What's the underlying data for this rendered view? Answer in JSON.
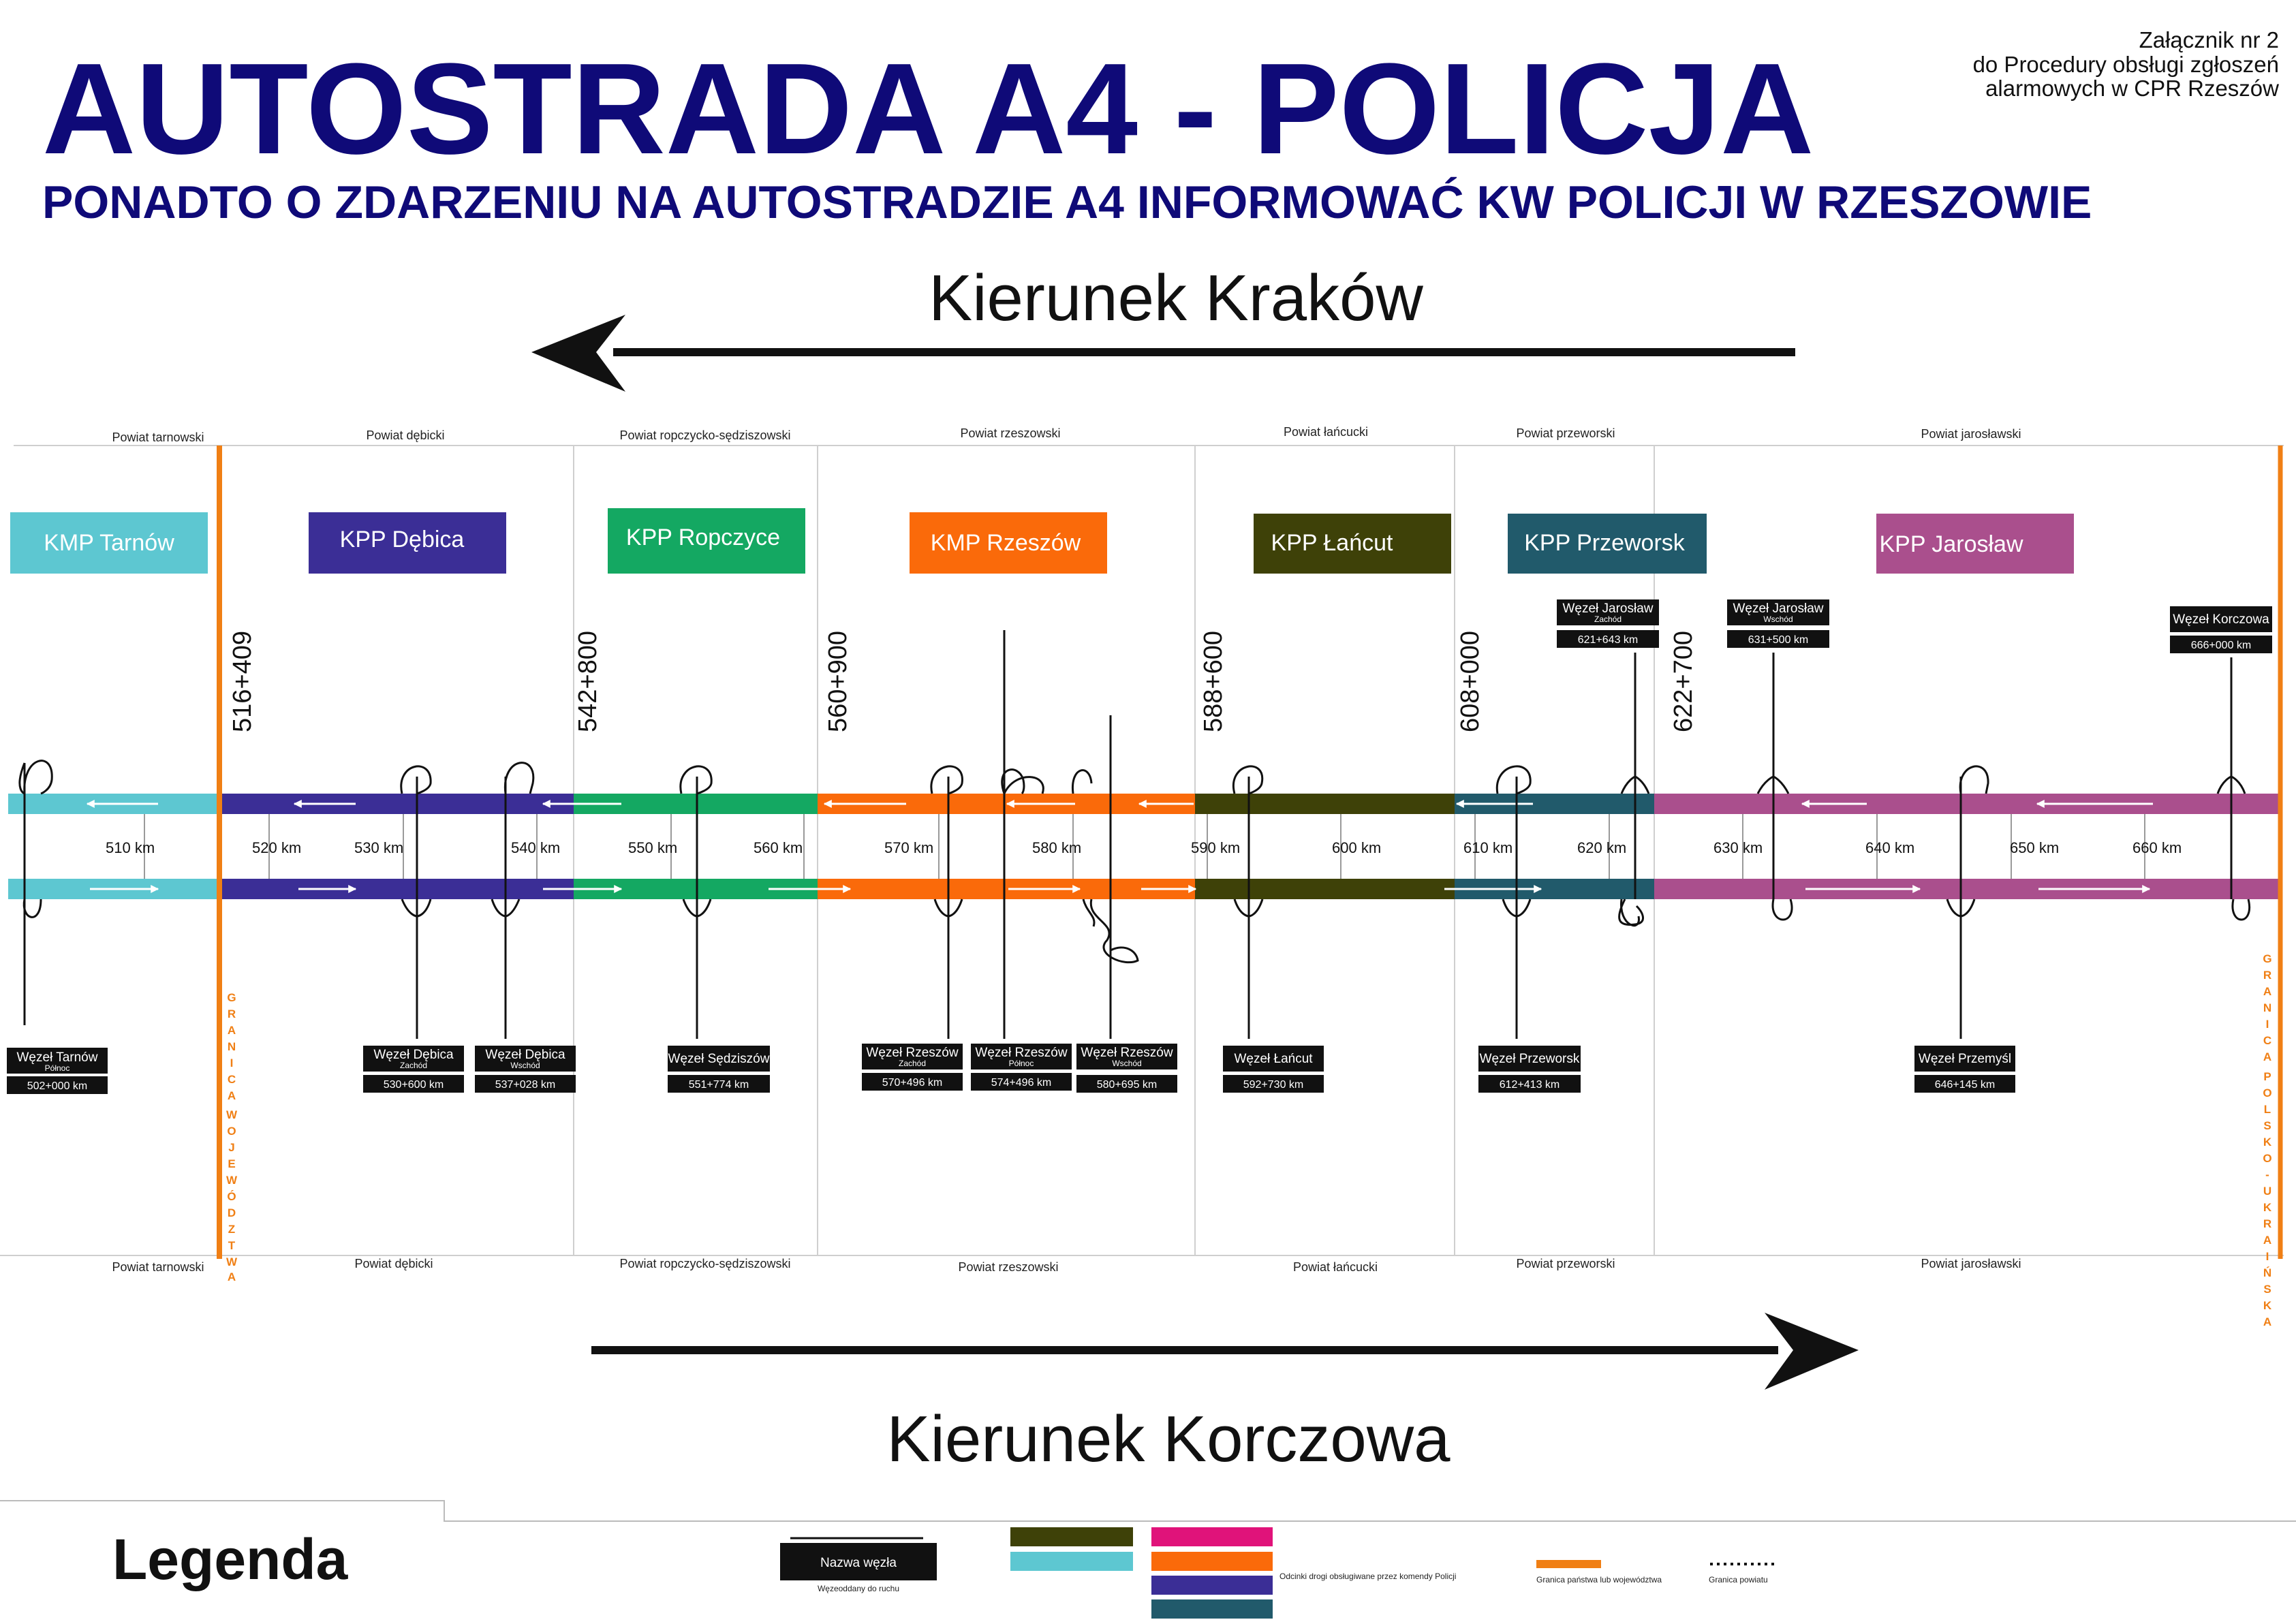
{
  "header": {
    "title": "AUTOSTRADA A4 - POLICJA",
    "subtitle": "PONADTO O ZDARZENIU NA AUTOSTRADZIE A4 INFORMOWAĆ KW POLICJI W RZESZOWIE",
    "note_lines": [
      "Załącznik nr 2",
      "do Procedury obsługi zgłoszeń",
      "alarmowych w CPR Rzeszów"
    ]
  },
  "directions": {
    "west": "Kierunek Kraków",
    "east": "Kierunek Korczowa"
  },
  "counties": [
    "Powiat tarnowski",
    "Powiat dębicki",
    "Powiat ropczycko-sędziszowski",
    "Powiat rzeszowski",
    "Powiat łańcucki",
    "Powiat przeworski",
    "Powiat jarosławski"
  ],
  "units": [
    {
      "label": "KMP Tarnów",
      "color": "#5dc7d1"
    },
    {
      "label": "KPP Dębica",
      "color": "#3b2e96"
    },
    {
      "label": "KPP Ropczyce",
      "color": "#14a862"
    },
    {
      "label": "KMP Rzeszów",
      "color": "#fa6a0a"
    },
    {
      "label": "KPP Łańcut",
      "color": "#3e4108"
    },
    {
      "label": "KPP Przeworsk",
      "color": "#215a6b"
    },
    {
      "label": "KPP Jarosław",
      "color": "#aa4f8d"
    }
  ],
  "boundaries": [
    "516+409",
    "542+800",
    "560+900",
    "588+600",
    "608+000",
    "622+700"
  ],
  "km_markers": [
    "510 km",
    "520 km",
    "530 km",
    "540 km",
    "550 km",
    "560 km",
    "570 km",
    "580 km",
    "590 km",
    "600 km",
    "610 km",
    "620 km",
    "630 km",
    "640 km",
    "650 km",
    "660 km"
  ],
  "nodes_bottom": [
    {
      "name": "Węzeł Tarnów",
      "sub": "Północ",
      "km": "502+000 km"
    },
    {
      "name": "Węzeł Dębica",
      "sub": "Zachód",
      "km": "530+600 km"
    },
    {
      "name": "Węzeł Dębica",
      "sub": "Wschód",
      "km": "537+028 km"
    },
    {
      "name": "Węzeł Sędziszów",
      "sub": "",
      "km": "551+774 km"
    },
    {
      "name": "Węzeł Rzeszów",
      "sub": "Zachód",
      "km": "570+496 km"
    },
    {
      "name": "Węzeł Rzeszów",
      "sub": "Północ",
      "km": "574+496 km"
    },
    {
      "name": "Węzeł Rzeszów",
      "sub": "Wschód",
      "km": "580+695 km"
    },
    {
      "name": "Węzeł Łańcut",
      "sub": "",
      "km": "592+730 km"
    },
    {
      "name": "Węzeł Przeworsk",
      "sub": "",
      "km": "612+413 km"
    },
    {
      "name": "Węzeł Przemyśl",
      "sub": "",
      "km": "646+145 km"
    }
  ],
  "nodes_top": [
    {
      "name": "Węzeł Jarosław",
      "sub": "Zachód",
      "km": "621+643 km"
    },
    {
      "name": "Węzeł Jarosław",
      "sub": "Wschód",
      "km": "631+500 km"
    },
    {
      "name": "Węzeł Korczowa",
      "sub": "",
      "km": "666+000 km"
    }
  ],
  "border_labels": {
    "voivodeship": "GRANICA WOJEWÓDZTWA",
    "state": "GRANICA POLSKO-UKRAIŃSKA"
  },
  "legend": {
    "title": "Legenda",
    "node_label": "Nazwa węzła",
    "node_caption": "Węzeoddany do ruchu",
    "segments_caption": "Odcinki drogi obsługiwane przez komendy Policji",
    "border_caption": "Granica państwa lub województwa",
    "county_caption": "Granica powiatu",
    "swatch_colors": [
      "#3e4108",
      "#5dc7d1",
      "#e0137a",
      "#fa6a0a",
      "#3b2e96",
      "#215a6b"
    ]
  },
  "colors": {
    "title": "#0f0a78",
    "border": "#f07f14",
    "node_box": "#111111"
  }
}
